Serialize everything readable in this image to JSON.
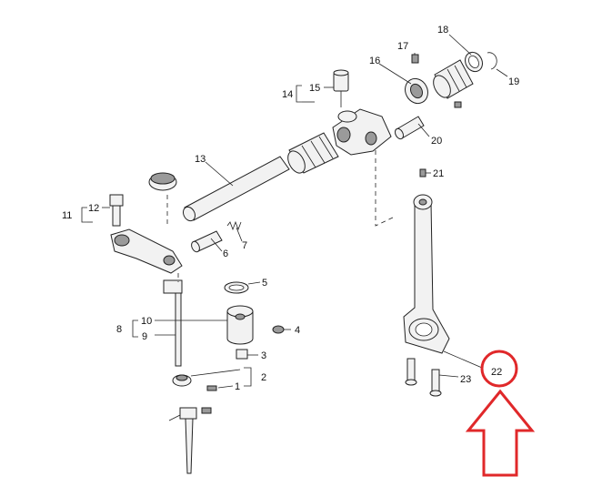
{
  "diagram": {
    "callouts": [
      {
        "id": "c1",
        "text": "1"
      },
      {
        "id": "c2",
        "text": "2"
      },
      {
        "id": "c3",
        "text": "3"
      },
      {
        "id": "c4",
        "text": "4"
      },
      {
        "id": "c5",
        "text": "5"
      },
      {
        "id": "c6",
        "text": "6"
      },
      {
        "id": "c7",
        "text": "7"
      },
      {
        "id": "c8",
        "text": "8"
      },
      {
        "id": "c9",
        "text": "9"
      },
      {
        "id": "c10",
        "text": "10"
      },
      {
        "id": "c11",
        "text": "11"
      },
      {
        "id": "c12",
        "text": "12"
      },
      {
        "id": "c13",
        "text": "13"
      },
      {
        "id": "c14",
        "text": "14"
      },
      {
        "id": "c15",
        "text": "15"
      },
      {
        "id": "c16",
        "text": "16"
      },
      {
        "id": "c17",
        "text": "17"
      },
      {
        "id": "c18",
        "text": "18"
      },
      {
        "id": "c19",
        "text": "19"
      },
      {
        "id": "c20",
        "text": "20"
      },
      {
        "id": "c21",
        "text": "21"
      },
      {
        "id": "c22",
        "text": "22"
      },
      {
        "id": "c23",
        "text": "23"
      }
    ],
    "highlight_color": "#e0282a",
    "highlighted_part": "22"
  }
}
